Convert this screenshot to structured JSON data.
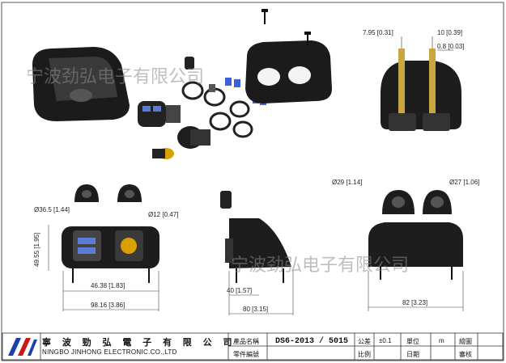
{
  "watermark": "宁波劲弘电子有限公司",
  "dimensions": {
    "top_right_left": "7.95 [0.31]",
    "top_right_right": "10 [0.39]",
    "top_right_inner": "0.8 [0.03]",
    "front_left_dia": "Ø36.5 [1.44]",
    "front_right_dia": "Ø12 [0.47]",
    "front_height": "49.55 [1.95]",
    "front_inner_width": "46.38 [1.83]",
    "front_total_width": "98.16 [3.86]",
    "side_height": "40 [1.57]",
    "side_width": "80 [3.15]",
    "rear_left_dia": "Ø29 [1.14]",
    "rear_right_dia": "Ø27 [1.06]",
    "rear_width": "82 [3.23]"
  },
  "title_block": {
    "company_cn": "寧 波 勁 弘 電 子 有 限 公 司",
    "company_en": "NINGBO JINHONG ELECTRONIC.CO.,LTD",
    "product_name_label": "產品名稱",
    "part_no_label": "零件編號",
    "product_name_value": "DS6-2013 / 5015",
    "tolerance_label": "公差",
    "tolerance_value": "±0.1",
    "unit_label": "單位",
    "unit_value": "m",
    "drawn_label": "繪圖",
    "scale_label": "比例",
    "date_label": "日期",
    "check_label": "審核"
  }
}
